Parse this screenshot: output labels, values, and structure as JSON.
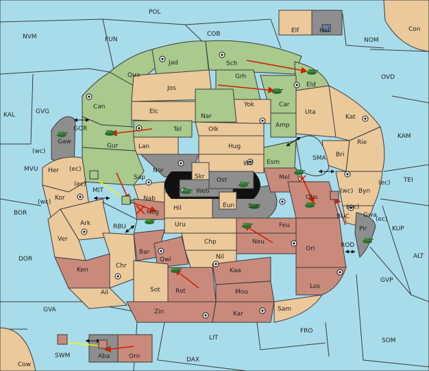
{
  "colors": {
    "sea": "#a8dcea",
    "neutral": "#ecc99b",
    "green_power": "#a9c98d",
    "red_power": "#c98a7c",
    "grey_power": "#8e8e8e",
    "black": "#111111",
    "order_arrow": "#cc2200",
    "support_line": "#f5f500"
  },
  "sea_labels": {
    "pol": "POL",
    "nvm": "NVM",
    "fun": "FUN",
    "cob": "COB",
    "nom": "NOM",
    "ovd": "OVD",
    "kal": "KAL",
    "gvg": "GVG",
    "kam": "KAM",
    "gor": "GOR",
    "sma": "SMA",
    "tei": "TEI",
    "mvu": "MVU",
    "mit": "MIT",
    "bor": "BOR",
    "rbu": "RBU",
    "buc": "BUC",
    "kup": "KUP",
    "dor": "DOR",
    "rod": "ROD",
    "alt": "ALT",
    "gvp": "GVP",
    "gva": "GVA",
    "fro": "FRO",
    "som": "SOM",
    "lit": "LIT",
    "swm": "SWM",
    "dax": "DAX"
  },
  "land_labels": {
    "con": "Con",
    "elf": "Elf",
    "hel": "Hel",
    "jad": "Jad",
    "sch": "Sch",
    "qua": "Qua",
    "jos": "Jos",
    "grh": "Grh",
    "eld": "Eld",
    "can": "Can",
    "elc": "Elc",
    "nar": "Nar",
    "yok": "Yok",
    "car": "Car",
    "uta": "Uta",
    "kat": "Kat",
    "gaw": "Gaw",
    "gur": "Gur",
    "tel": "Tel",
    "olk": "Olk",
    "amp": "Amp",
    "lan": "Lan",
    "hug": "Hug",
    "bri": "Bri",
    "rie": "Rie",
    "nor": "Nor",
    "wil": "Wil",
    "esm": "Esm",
    "her": "Her",
    "sap": "Sap",
    "skr": "Skr",
    "ost": "Ost",
    "web": "Web",
    "mel": "Mel",
    "byn": "Byn",
    "kor": "Kor",
    "nab": "Nab",
    "eun": "Eun",
    "sun": "Sun",
    "obs": "Obs",
    "hil": "Hil",
    "nog": "Nog",
    "ark": "Ark",
    "gwa": "Gwa",
    "uru": "Uru",
    "feu": "Feu",
    "pir": "Pir",
    "ver": "Ver",
    "chp": "Chp",
    "neu": "Neu",
    "bar": "Bar",
    "qwi": "Qwi",
    "nil": "Nil",
    "orl": "Orl",
    "ken": "Ken",
    "chr": "Chr",
    "kaa": "Kaa",
    "los": "Los",
    "ail": "Ail",
    "sot": "Sot",
    "rot": "Rot",
    "mou": "Mou",
    "zin": "Zin",
    "kar": "Kar",
    "sam": "Sam",
    "aba": "Aba",
    "orn": "Orn",
    "cow": "Cow"
  },
  "coast_labels": {
    "wc_her": "(wc)",
    "ec_her": "(ec)",
    "ec_kor": "(ec)",
    "wc_kor": "(wc)",
    "wc_byn": "(wc)",
    "ec_byn": "(ec)",
    "wc_gwa": "(wc)",
    "ec_gwa": "(ec)"
  }
}
